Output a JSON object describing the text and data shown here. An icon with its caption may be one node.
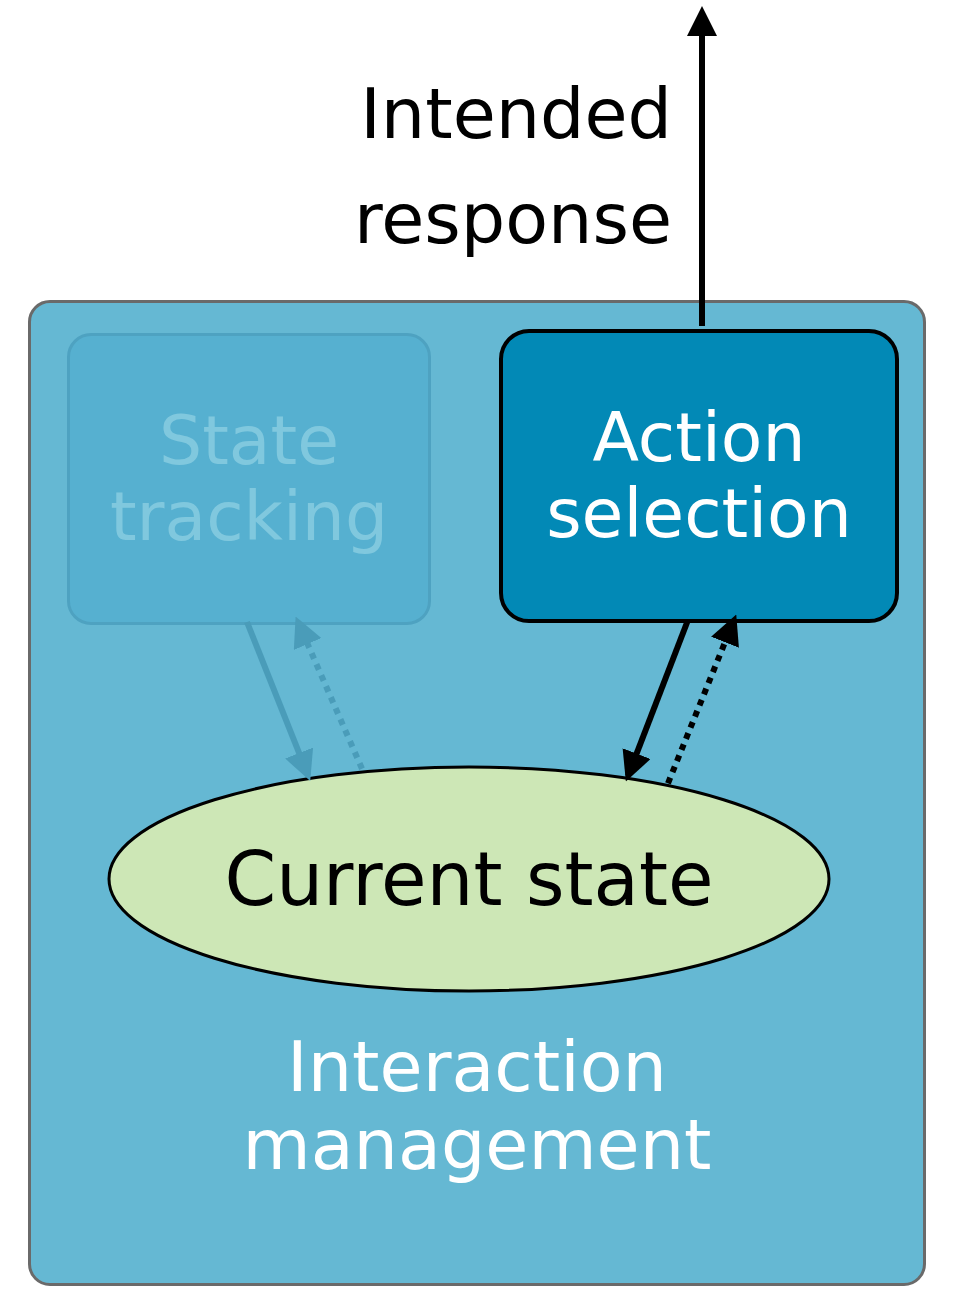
{
  "diagram": {
    "nodes": [
      {
        "text": [
          "Interaction management"
        ]
      },
      {
        "text": [
          "State tracking"
        ],
        "in": 0
      },
      {
        "text": [
          "Action selection"
        ],
        "in": 0
      },
      {
        "text": [
          "Current state"
        ],
        "in": 0
      }
    ],
    "edges": [
      {
        "from": 1,
        "to": 3,
        "arrow": "to",
        "color": "#4a9cb9"
      },
      {
        "from": 3,
        "to": 1,
        "arrow": "to",
        "style": "dashed",
        "color": "#4a9cb9"
      },
      {
        "from": 2,
        "to": 3,
        "arrow": "to"
      },
      {
        "from": 3,
        "to": 2,
        "arrow": "to",
        "style": "dashed"
      },
      {
        "from": 2,
        "to": null,
        "arrow": "to",
        "label": "Intended response"
      }
    ]
  }
}
